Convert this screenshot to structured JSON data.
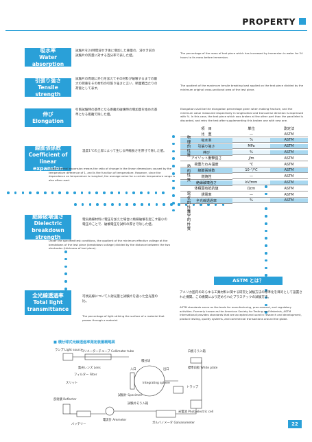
{
  "page": {
    "title": "PROPERTY",
    "number": "22"
  },
  "sections": [
    {
      "ja": "吸水率",
      "en": "Water absorption",
      "desc_ja": "試験片を24時間浸せき後に増加した重量の、浸せき前の試験片の質量に対する百分率で表した値。",
      "desc_en": "The percentage of the mass of test piece which has increased by immersion in water for 24 hours to its mass before immersion."
    },
    {
      "ja": "引張り強さ",
      "en": "Tensile strength",
      "desc_ja": "試験片の両端に外力を加えてその材料が破壊するまでの最大の荷重をその材料の引張り強さと言い、断面積当たりの荷重として表す。",
      "desc_en": "The quotient of the maximum tensile breaking load applied on the test piece divided by the minimum original cross-sectional area of the test piece."
    },
    {
      "ja": "伸び",
      "en": "Elongation",
      "desc_ja": "引張試験時の基準となる距離の破壊時の増加量を始めの基準となる距離で除した値。",
      "desc_en": "Elongation shall be the elongation percentage given when making fracture, and the minimum value measured respectively in longitudinal and transverse direction is expressed with %. In this case, the test piece which was broken at the other part than the paralleled is discarded, and retry the test after supplementing this broken one with new one."
    },
    {
      "ja": "線膨張係数",
      "en": "Coefficient of linear expansion",
      "desc_ja": "温度1℃の上昇によって生じる伸縮長さを原寸で除した値。",
      "desc_en": "Linear thermal expansion means the ratio of change in the linear dimensions caused by the temperature difference of 1, and is the function of temperature. However, since the dependence on temperature is marginal, the average value for a certain temperature range is also often used."
    },
    {
      "ja": "絶縁破壊強さ",
      "en": "Dielectric breakdown strength",
      "desc_ja": "電気絶縁材料に電圧を加えた場合に絶縁破壊を起こす最小の電圧のことで、破壊電圧を試料の厚さで除した値。",
      "desc_en": "Under the specified test conditions, the quotient of the minimum effective voltage at the breakdown of the test piece (breakdown voltage) divided by the distance between the two electrodes (thickness of test piece)."
    },
    {
      "ja": "全光線透過率",
      "en": "Total light transmittance",
      "desc_ja": "可視光線について入射光量と試験片を通った全光量の比。",
      "desc_en": "The percentage of light striking the surface of a material that passes through a material."
    }
  ],
  "table": {
    "headers": [
      "項　目",
      "単位",
      "測定法"
    ],
    "groups": [
      "物理的性質",
      "熱的性質",
      "電気的性質",
      "光学的性質"
    ],
    "rows": [
      {
        "item": "比　重",
        "unit": "—",
        "method": "ASTM",
        "hl": false
      },
      {
        "item": "吸水率",
        "unit": "%",
        "method": "ASTM",
        "hl": true
      },
      {
        "item": "引張り強さ",
        "unit": "MPa",
        "method": "ASTM",
        "hl": true
      },
      {
        "item": "伸び",
        "unit": "%",
        "method": "ASTM",
        "hl": true
      },
      {
        "item": "アイゾット衝撃強さ",
        "unit": "J/m",
        "method": "ASTM",
        "hl": false
      },
      {
        "item": "荷重たわみ温度",
        "unit": "℃",
        "method": "ASTM",
        "hl": false
      },
      {
        "item": "線膨張係数",
        "unit": "10⁻⁵/℃",
        "method": "ASTM",
        "hl": true
      },
      {
        "item": "燃焼性",
        "unit": "—",
        "method": "ASTM",
        "hl": false
      },
      {
        "item": "絶縁破壊強さ",
        "unit": "kV/mm",
        "method": "ASTM",
        "hl": true
      },
      {
        "item": "体積固有抵抗値",
        "unit": "Ωcm",
        "method": "ASTM",
        "hl": false
      },
      {
        "item": "誘電率",
        "unit": "—",
        "method": "ASTM",
        "hl": false
      },
      {
        "item": "全光線透過率",
        "unit": "%",
        "method": "ASTM",
        "hl": true
      }
    ]
  },
  "astm": {
    "title": "ASTM とは？",
    "desc_ja": "アメリカ国内のあらゆる工業材料に関する研究と試験方法の標準化を目的として設置された機関。この機関により定められたプラスチックの試験方法。",
    "desc_en": "ASTM standards serve as the basis for manufacturing, procurement, and regulatory activities. Formerly known as the American Society for Testing and Materials, ASTM International provides standards that are accepted and used in research and development, product testing, quality systems, and commercial transactions around the globe."
  },
  "diagram": {
    "title": "■ 積分球式光線透過率測定装置概略図",
    "labels": {
      "lamp": "ランプ Light source",
      "collimator": "コリメーターチューブ Collimator tube",
      "integrating": "積分球",
      "entrance": "入口",
      "exit": "出口",
      "lens": "集光レンズ Lens",
      "filter": "フィルター Filter",
      "slit": "スリット",
      "specimen": "試験片 Specimen",
      "sphere": "Integrating sphere",
      "white_plate": "白板そう入箱",
      "standard_white": "標準白板 White plate",
      "trap": "トラップ",
      "reflector": "反射鏡 Reflector",
      "battery": "バッテリー",
      "ammeter": "電流計 Ammeter",
      "specimen_box": "試験片そう入箱",
      "photocell": "光電池 Photoelectric cell",
      "galvanometer": "ガルバノメータ Galvanometer"
    }
  }
}
